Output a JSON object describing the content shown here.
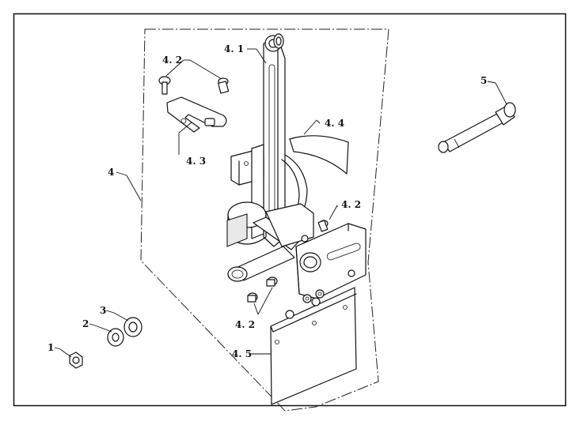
{
  "diagram": {
    "frame_color": "#111111",
    "callouts": {
      "c1": "1",
      "c2": "2",
      "c3": "3",
      "c4": "4",
      "c4_1": "4. 1",
      "c4_2_top": "4. 2",
      "c4_2_right": "4. 2",
      "c4_2_bottom": "4. 2",
      "c4_3": "4. 3",
      "c4_4": "4. 4",
      "c4_5": "4. 5",
      "c5": "5"
    }
  }
}
